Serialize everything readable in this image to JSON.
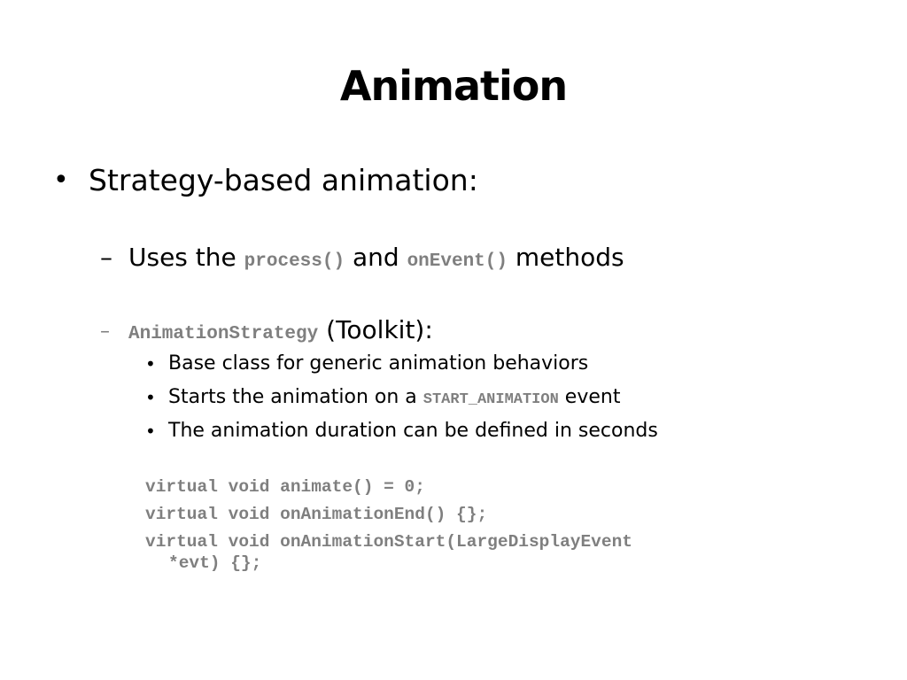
{
  "slide": {
    "title": "Animation",
    "bullet1": {
      "marker": "•",
      "text": "Strategy-based animation:"
    },
    "sub1": {
      "marker": "–",
      "prefix": "Uses the ",
      "code1": "process()",
      "middle": " and ",
      "code2": "onEvent()",
      "suffix": " methods"
    },
    "sub2": {
      "marker": "–",
      "code": "AnimationStrategy",
      "suffix": " (Toolkit):"
    },
    "subbullets": [
      {
        "marker": "•",
        "text": "Base class for generic animation behaviors"
      },
      {
        "marker": "•",
        "prefix": "Starts the animation on a ",
        "code": "START_ANIMATION",
        "suffix": " event"
      },
      {
        "marker": "•",
        "text": "The animation duration can be defined in seconds"
      }
    ],
    "code_lines": [
      "virtual void animate() = 0;",
      "virtual void onAnimationEnd() {};",
      "virtual void onAnimationStart(LargeDisplayEvent",
      "*evt) {};"
    ]
  }
}
